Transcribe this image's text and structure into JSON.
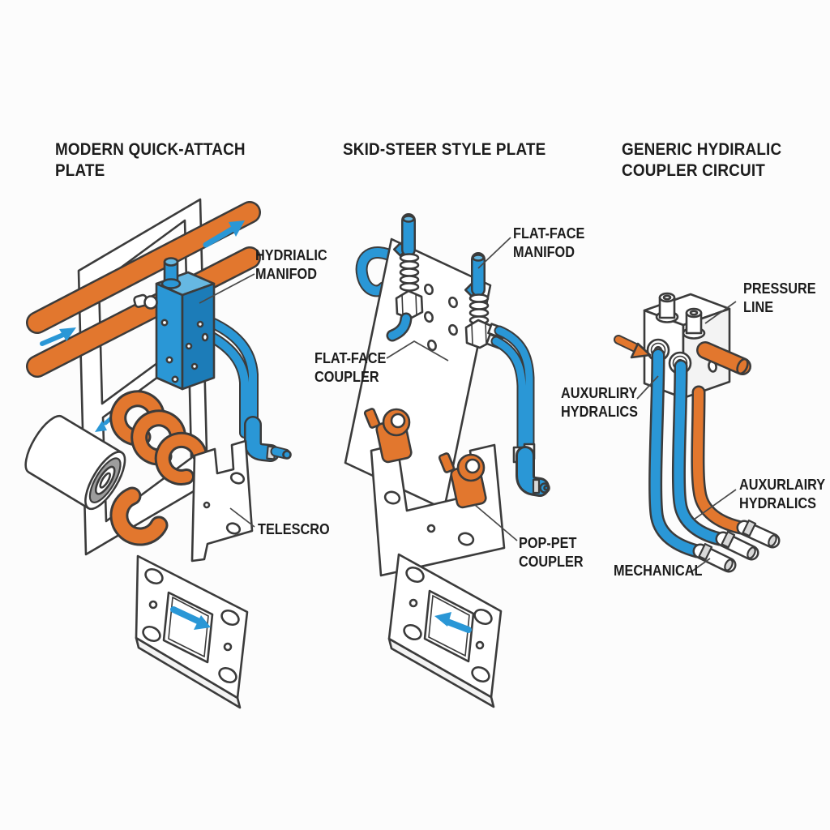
{
  "colors": {
    "orange": "#E2772E",
    "blue": "#2A97D6",
    "blue_light": "#66B8E2",
    "blue_dark": "#1C7CB8",
    "outline": "#3B3B3B",
    "gray": "#9D9D9D",
    "metal": "#D8D8D8",
    "text": "#1C1C1C",
    "background": "#FCFCFC"
  },
  "panels": [
    {
      "id": "modern-quick-attach-plate",
      "title_lines": [
        "MODERN QUICK-ATTACH",
        "PLATE"
      ],
      "labels": {
        "hydraulic_manifold": {
          "lines": [
            "HYDRIALIC",
            "MANIFOD"
          ]
        },
        "telescro": {
          "lines": [
            "TELESCRO"
          ]
        }
      }
    },
    {
      "id": "skid-steer-style-plate",
      "title_lines": [
        "SKID-STEER STYLE PLATE"
      ],
      "labels": {
        "flat_face_manifold": {
          "lines": [
            "FLAT-FACE",
            "MANIFOD"
          ]
        },
        "flat_face_coupler": {
          "lines": [
            "FLAT-FACE",
            "COUPLER"
          ]
        },
        "poppet_coupler": {
          "lines": [
            "POP-PET",
            "COUPLER"
          ]
        }
      }
    },
    {
      "id": "generic-hydraulic-coupler-circuit",
      "title_lines": [
        "GENERIC HYDIRALIC",
        "COUPLER CIRCUIT"
      ],
      "labels": {
        "pressure_line": {
          "lines": [
            "PRESSURE",
            "LINE"
          ]
        },
        "auxiliary_hydraulics_left": {
          "lines": [
            "AUXURLIRY",
            "HYDRALICS"
          ]
        },
        "auxiliary_hydraulics_right": {
          "lines": [
            "AUXURLAIRY",
            "HYDRALICS"
          ]
        },
        "mechanical": {
          "lines": [
            "MECHANICAL"
          ]
        }
      }
    }
  ]
}
